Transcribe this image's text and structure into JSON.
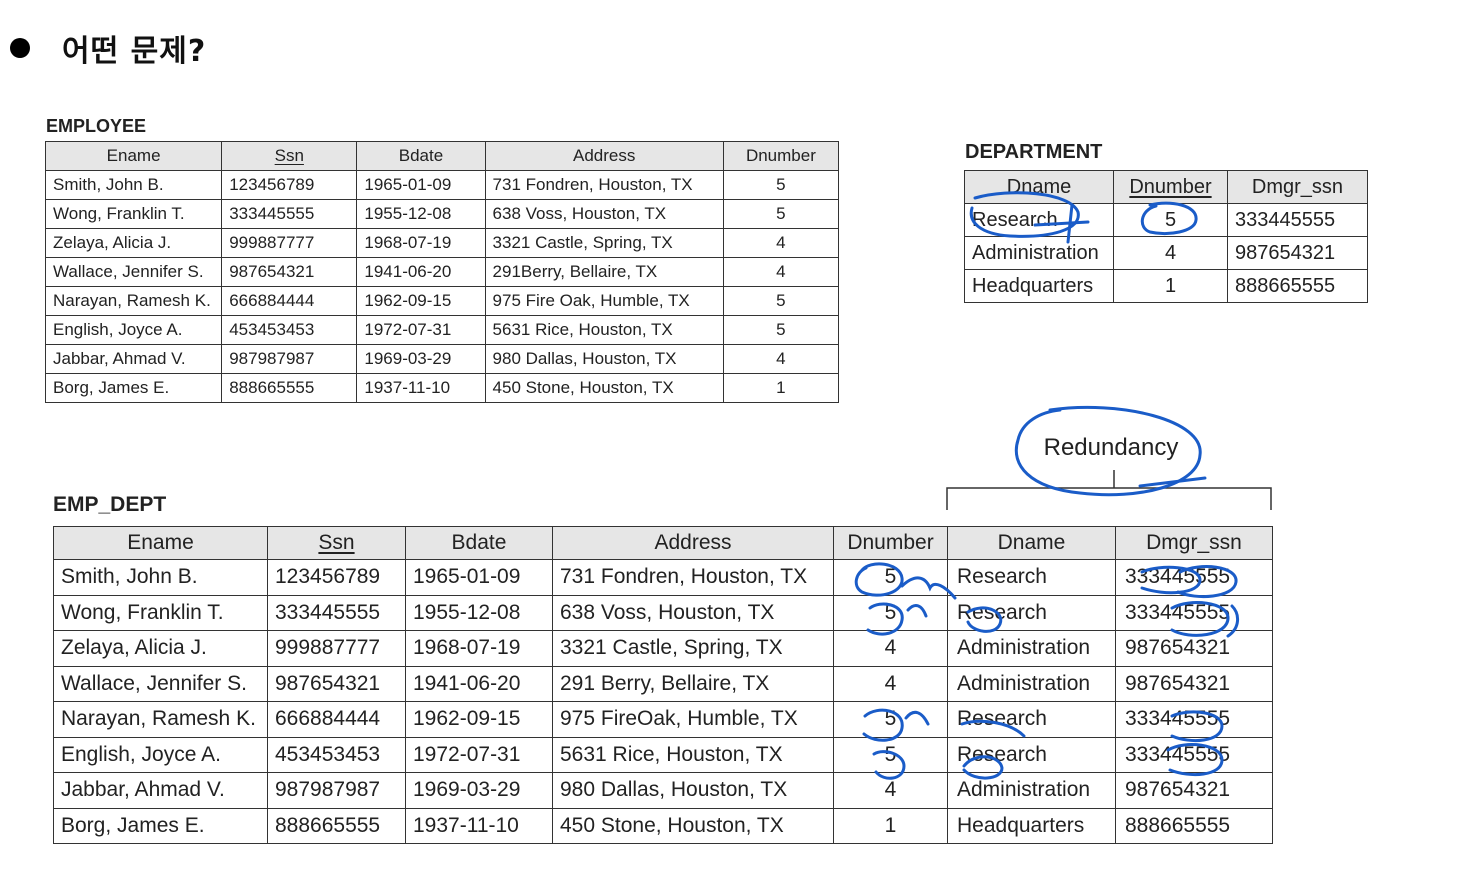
{
  "heading": {
    "bullet_icon": "filled-circle-icon",
    "text": "어떤 문제?"
  },
  "employee": {
    "title": "EMPLOYEE",
    "columns": [
      "Ename",
      "Ssn",
      "Bdate",
      "Address",
      "Dnumber"
    ],
    "primary_key": "Ssn",
    "rows": [
      [
        "Smith, John B.",
        "123456789",
        "1965-01-09",
        "731 Fondren, Houston, TX",
        "5"
      ],
      [
        "Wong, Franklin T.",
        "333445555",
        "1955-12-08",
        "638 Voss, Houston, TX",
        "5"
      ],
      [
        "Zelaya, Alicia J.",
        "999887777",
        "1968-07-19",
        "3321 Castle, Spring, TX",
        "4"
      ],
      [
        "Wallace, Jennifer S.",
        "987654321",
        "1941-06-20",
        "291Berry, Bellaire, TX",
        "4"
      ],
      [
        "Narayan, Ramesh K.",
        "666884444",
        "1962-09-15",
        "975 Fire Oak, Humble, TX",
        "5"
      ],
      [
        "English, Joyce A.",
        "453453453",
        "1972-07-31",
        "5631 Rice, Houston, TX",
        "5"
      ],
      [
        "Jabbar, Ahmad V.",
        "987987987",
        "1969-03-29",
        "980 Dallas, Houston, TX",
        "4"
      ],
      [
        "Borg, James E.",
        "888665555",
        "1937-11-10",
        "450 Stone, Houston, TX",
        "1"
      ]
    ]
  },
  "department": {
    "title": "DEPARTMENT",
    "columns": [
      "Dname",
      "Dnumber",
      "Dmgr_ssn"
    ],
    "primary_key": "Dnumber",
    "rows": [
      [
        "Research",
        "5",
        "333445555"
      ],
      [
        "Administration",
        "4",
        "987654321"
      ],
      [
        "Headquarters",
        "1",
        "888665555"
      ]
    ]
  },
  "emp_dept": {
    "title": "EMP_DEPT",
    "columns": [
      "Ename",
      "Ssn",
      "Bdate",
      "Address",
      "Dnumber",
      "Dname",
      "Dmgr_ssn"
    ],
    "primary_key": "Ssn",
    "rows": [
      [
        "Smith, John B.",
        "123456789",
        "1965-01-09",
        "731 Fondren, Houston, TX",
        "5",
        "Research",
        "333445555"
      ],
      [
        "Wong, Franklin T.",
        "333445555",
        "1955-12-08",
        "638 Voss, Houston, TX",
        "5",
        "Research",
        "333445555"
      ],
      [
        "Zelaya, Alicia J.",
        "999887777",
        "1968-07-19",
        "3321 Castle, Spring, TX",
        "4",
        "Administration",
        "987654321"
      ],
      [
        "Wallace, Jennifer S.",
        "987654321",
        "1941-06-20",
        "291 Berry, Bellaire, TX",
        "4",
        "Administration",
        "987654321"
      ],
      [
        "Narayan, Ramesh K.",
        "666884444",
        "1962-09-15",
        "975 FireOak, Humble, TX",
        "5",
        "Research",
        "333445555"
      ],
      [
        "English, Joyce A.",
        "453453453",
        "1972-07-31",
        "5631 Rice, Houston, TX",
        "5",
        "Research",
        "333445555"
      ],
      [
        "Jabbar, Ahmad V.",
        "987987987",
        "1969-03-29",
        "980 Dallas, Houston, TX",
        "4",
        "Administration",
        "987654321"
      ],
      [
        "Borg, James E.",
        "888665555",
        "1937-11-10",
        "450 Stone, Houston, TX",
        "1",
        "Headquarters",
        "888665555"
      ]
    ]
  },
  "annotation": {
    "label": "Redundancy",
    "ink_color": "#1a5cc8"
  }
}
